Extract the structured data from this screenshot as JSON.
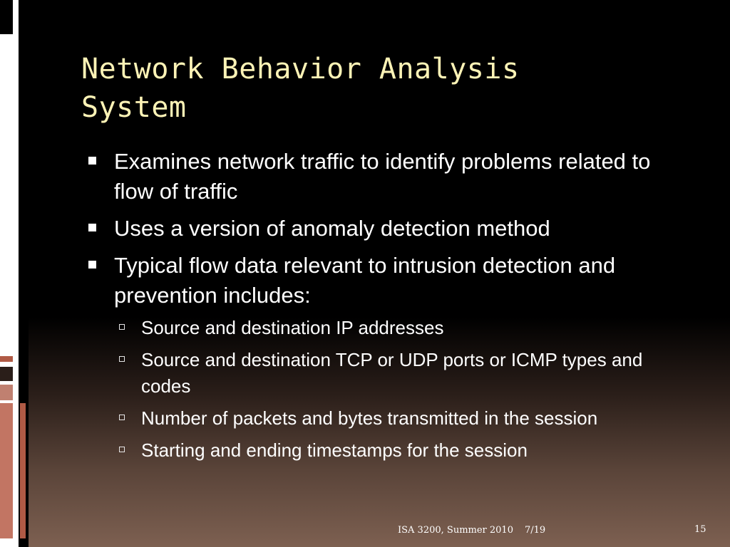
{
  "slide": {
    "title_line1": "Network Behavior Analysis",
    "title_line2": "System",
    "bullets": [
      {
        "text": "Examines network traffic to identify problems related to flow of traffic"
      },
      {
        "text": "Uses a version of anomaly detection method"
      },
      {
        "text": "Typical flow data relevant to intrusion detection and prevention includes:",
        "sub": [
          "Source and destination IP addresses",
          "Source and destination TCP or UDP ports or ICMP types and codes",
          "Number of packets and bytes transmitted in the session",
          "Starting and ending timestamps for the session"
        ]
      }
    ]
  },
  "footer": {
    "course": "ISA 3200, Summer 2010",
    "date": "7/19",
    "page_number": "15"
  },
  "colors": {
    "title": "#fdf3b6",
    "text": "#ffffff",
    "band_accent": "#b05a45"
  }
}
